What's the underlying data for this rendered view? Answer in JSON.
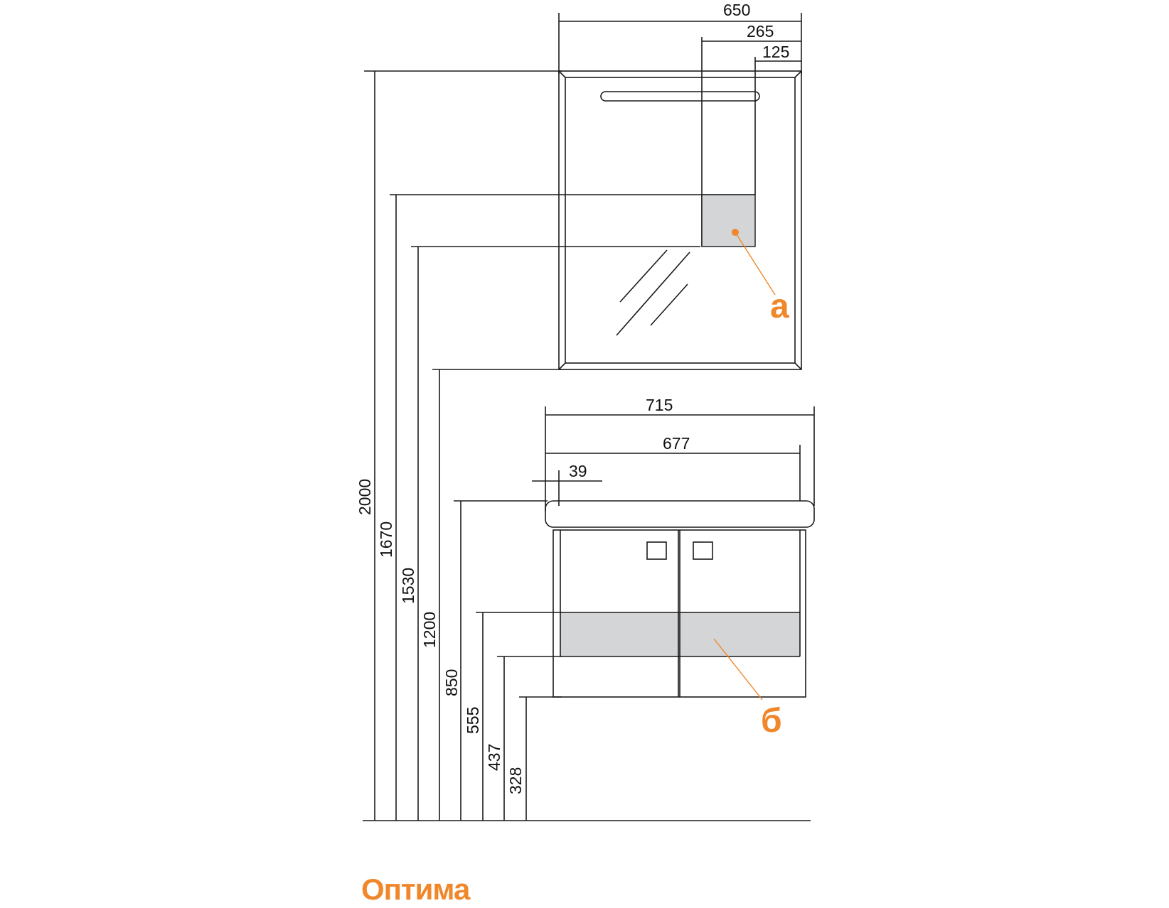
{
  "title": "Оптима",
  "colors": {
    "accent": "#f0872a",
    "line": "#1a1a1a",
    "shade": "#d3d5d6"
  },
  "callouts": {
    "a": "а",
    "b": "б"
  },
  "dimensions": {
    "mirror_width": "650",
    "shelf_offset": "265",
    "shelf_width": "125",
    "sink_width": "715",
    "cabinet_width": "677",
    "sink_offset": "39",
    "h_mirror_top": "2000",
    "h_shelf_top": "1670",
    "h_shelf_bottom": "1530",
    "h_mirror_bottom": "1200",
    "h_sink_top": "850",
    "h_drawer_top": "555",
    "h_drawer_bottom": "437",
    "h_cabinet_bottom": "328"
  }
}
